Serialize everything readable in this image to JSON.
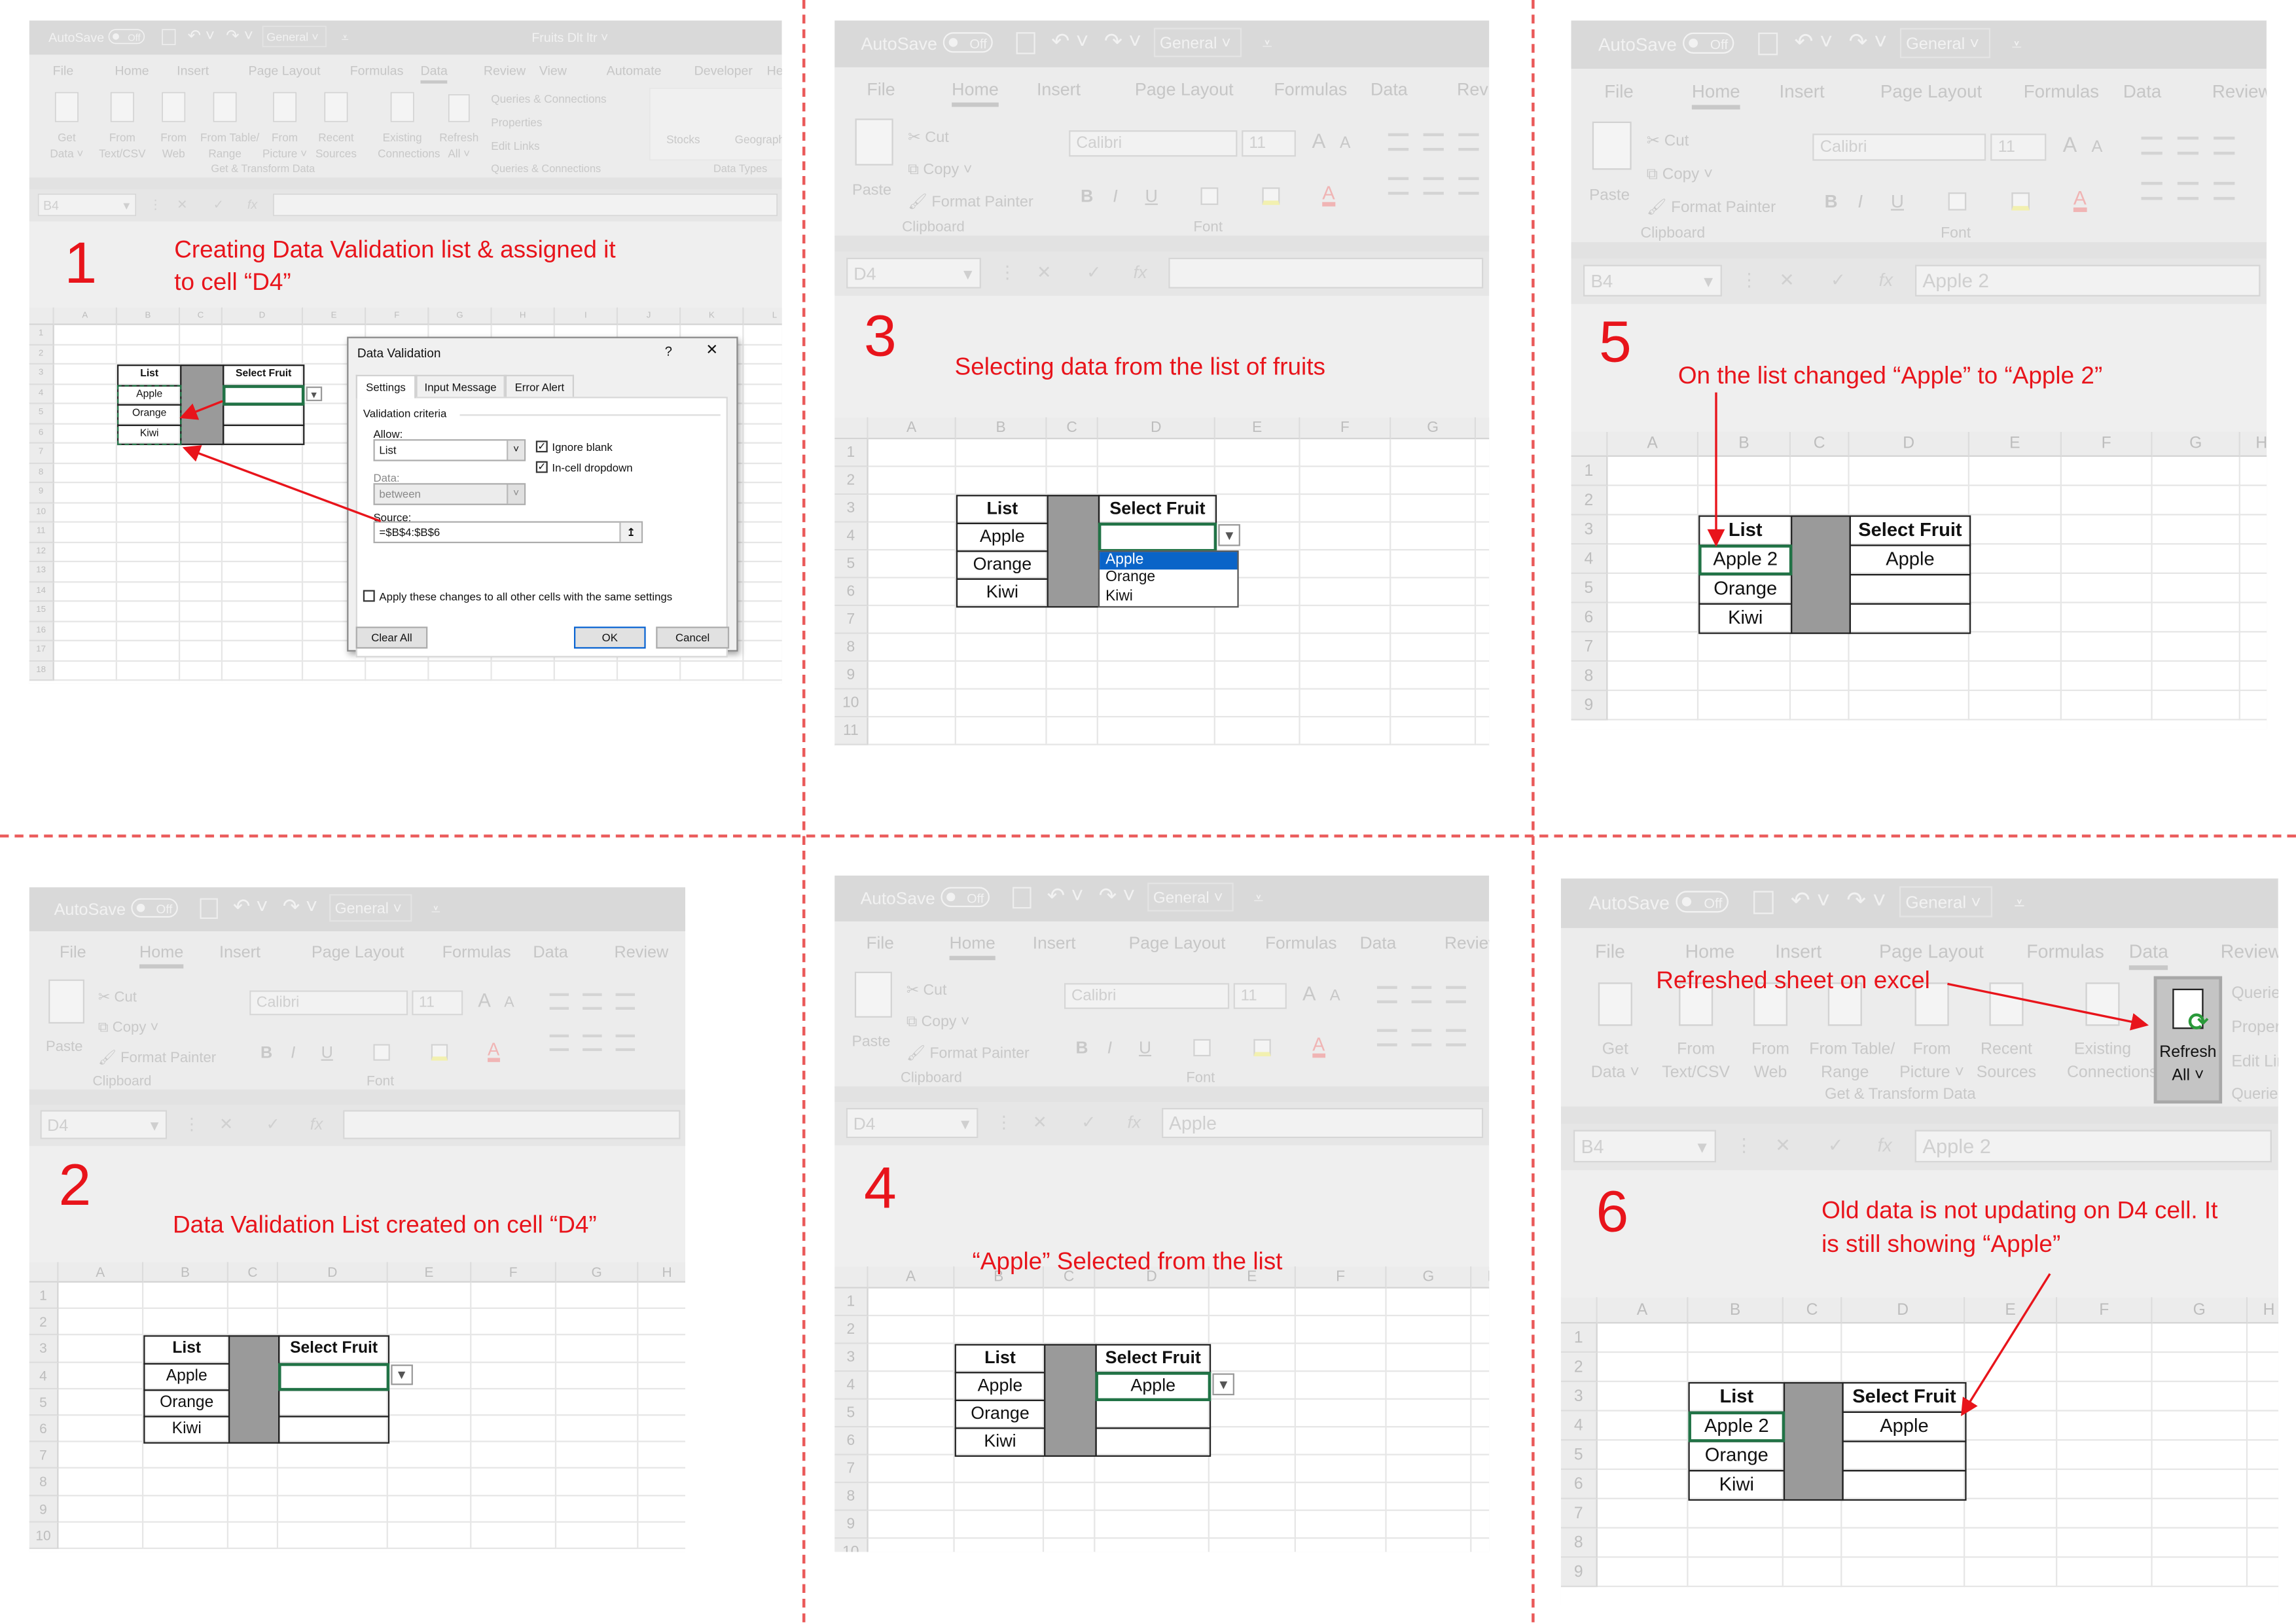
{
  "colors": {
    "annotation": "#e8141b",
    "divider": "#ea5a5a",
    "selection_blue": "#0a64c8",
    "active_cell_green": "#217346",
    "table_fill_gray": "#9a9a9a"
  },
  "titlebar": {
    "autosave": "AutoSave",
    "toggle": "Off",
    "style": "General",
    "customize_icon": "customize-qat-icon"
  },
  "tabs": [
    "File",
    "Home",
    "Insert",
    "Page Layout",
    "Formulas",
    "Data",
    "Review",
    "View",
    "Automate",
    "Developer",
    "Help"
  ],
  "ribbon_home": {
    "paste": "Paste",
    "cut": "Cut",
    "copy": "Copy",
    "format_painter": "Format Painter",
    "clipboard": "Clipboard",
    "font_name": "Calibri",
    "font_size": "11",
    "grow": "A",
    "shrink": "A",
    "bold": "B",
    "italic": "I",
    "underline": "U",
    "font_color": "A",
    "font": "Font"
  },
  "ribbon_data": {
    "get_data": [
      "Get",
      "Data ˅"
    ],
    "from_text": [
      "From",
      "Text/CSV"
    ],
    "from_web": [
      "From",
      "Web"
    ],
    "from_table": [
      "From Table/",
      "Range"
    ],
    "from_picture": [
      "From",
      "Picture ˅"
    ],
    "recent_sources": [
      "Recent",
      "Sources"
    ],
    "existing_connections": [
      "Existing",
      "Connections"
    ],
    "get_transform": "Get & Transform Data",
    "refresh_all": [
      "Refresh",
      "All ˅"
    ],
    "queries_connections": "Queries & Connections",
    "properties": "Properties",
    "edit_links": "Edit Links",
    "queries_group": "Queries & Connections",
    "stocks": "Stocks",
    "geography": "Geography",
    "data_types": "Data Types"
  },
  "formula_bar": {
    "cancel": "✕",
    "enter": "✓",
    "fx": "fx"
  },
  "col_letters": [
    "A",
    "B",
    "C",
    "D",
    "E",
    "F",
    "G",
    "H",
    "I",
    "J",
    "K",
    "L"
  ],
  "panels": [
    {
      "number": "1",
      "filename": "Fruits Dlt ltr ˅",
      "active_tab": "Data",
      "ribbon": "data",
      "tab_count": 11,
      "name_box": "B4",
      "formula": "",
      "annotation": [
        "Creating Data Validation list & assigned it",
        "to cell “D4”"
      ],
      "rows": 18,
      "table": {
        "list_header": "List",
        "select_header": "Select Fruit",
        "list": [
          "Apple",
          "Orange",
          "Kiwi"
        ],
        "selected": ""
      },
      "active_cell": "D4",
      "copy_range": true,
      "dropdown_arrow": true,
      "dropdown_open": false
    },
    {
      "number": "2",
      "filename": "",
      "active_tab": "Home",
      "ribbon": "home",
      "tab_count": 7,
      "name_box": "D4",
      "formula": "",
      "annotation": [
        "Data Validation List created on cell “D4”"
      ],
      "rows": 10,
      "table": {
        "list_header": "List",
        "select_header": "Select Fruit",
        "list": [
          "Apple",
          "Orange",
          "Kiwi"
        ],
        "selected": ""
      },
      "active_cell": "D4",
      "copy_range": false,
      "dropdown_arrow": true,
      "dropdown_open": false
    },
    {
      "number": "3",
      "filename": "",
      "active_tab": "Home",
      "ribbon": "home",
      "tab_count": 7,
      "name_box": "D4",
      "formula": "",
      "annotation": [
        "Selecting data from the list of fruits"
      ],
      "rows": 11,
      "table": {
        "list_header": "List",
        "select_header": "Select Fruit",
        "list": [
          "Apple",
          "Orange",
          "Kiwi"
        ],
        "selected": ""
      },
      "active_cell": "D4",
      "copy_range": false,
      "dropdown_arrow": true,
      "dropdown_open": true,
      "dropdown_options": [
        "Apple",
        "Orange",
        "Kiwi"
      ],
      "dropdown_highlight": "Apple"
    },
    {
      "number": "4",
      "filename": "",
      "active_tab": "Home",
      "ribbon": "home",
      "tab_count": 7,
      "name_box": "D4",
      "formula": "Apple",
      "annotation": [
        "“Apple” Selected from the list"
      ],
      "rows": 10,
      "table": {
        "list_header": "List",
        "select_header": "Select Fruit",
        "list": [
          "Apple",
          "Orange",
          "Kiwi"
        ],
        "selected": "Apple"
      },
      "active_cell": "D4",
      "copy_range": false,
      "dropdown_arrow": true,
      "dropdown_open": false
    },
    {
      "number": "5",
      "filename": "",
      "active_tab": "Home",
      "ribbon": "home",
      "tab_count": 7,
      "name_box": "B4",
      "formula": "Apple 2",
      "annotation": [
        "On the list changed “Apple” to “Apple 2”"
      ],
      "rows": 9,
      "table": {
        "list_header": "List",
        "select_header": "Select Fruit",
        "list": [
          "Apple 2",
          "Orange",
          "Kiwi"
        ],
        "selected": "Apple"
      },
      "active_cell": "B4",
      "copy_range": false,
      "dropdown_arrow": false,
      "dropdown_open": false
    },
    {
      "number": "6",
      "filename": "",
      "active_tab": "Data",
      "ribbon": "data",
      "tab_count": 7,
      "name_box": "B4",
      "formula": "Apple 2",
      "annotation": [
        "Refreshed sheet on excel"
      ],
      "annotation2": [
        "Old data is not updating on D4 cell. It",
        "is still showing “Apple”"
      ],
      "rows": 9,
      "table": {
        "list_header": "List",
        "select_header": "Select Fruit",
        "list": [
          "Apple 2",
          "Orange",
          "Kiwi"
        ],
        "selected": "Apple"
      },
      "active_cell": "B4",
      "copy_range": false,
      "dropdown_arrow": false,
      "dropdown_open": false,
      "refresh_highlighted": true
    }
  ],
  "dialog": {
    "title": "Data Validation",
    "help": "?",
    "close": "✕",
    "tabs": [
      "Settings",
      "Input Message",
      "Error Alert"
    ],
    "criteria": "Validation criteria",
    "allow_label": "Allow:",
    "allow_value": "List",
    "data_label": "Data:",
    "data_value": "between",
    "ignore_blank": "Ignore blank",
    "ignore_blank_checked": true,
    "in_cell_dropdown": "In-cell dropdown",
    "in_cell_dropdown_checked": true,
    "source_label": "Source:",
    "source_value": "=$B$4:$B$6",
    "apply_all": "Apply these changes to all other cells with the same settings",
    "apply_all_checked": false,
    "clear_all": "Clear All",
    "ok": "OK",
    "cancel": "Cancel"
  }
}
